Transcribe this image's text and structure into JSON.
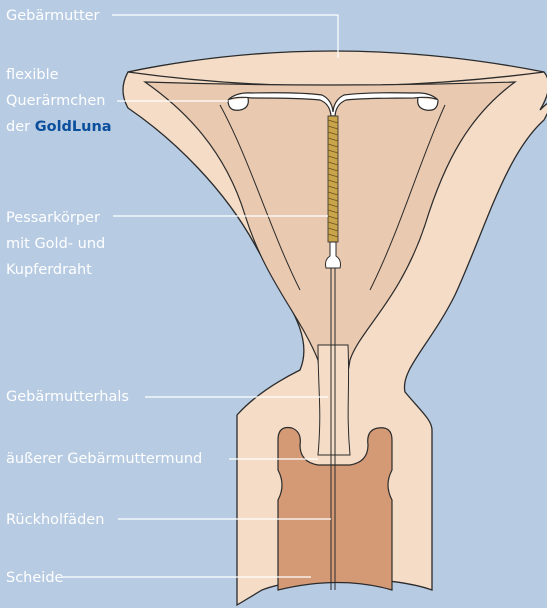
{
  "labels": {
    "uterus": "Gebärmutter",
    "arms_line1": "flexible",
    "arms_line2": "Querärmchen",
    "arms_line3_prefix": "der ",
    "arms_line3_brand": "GoldLuna",
    "body_line1": "Pessarkörper",
    "body_line2": "mit Gold- und",
    "body_line3": "Kupferdraht",
    "cervix": "Gebärmutterhals",
    "os": "äußerer Gebärmuttermund",
    "threads": "Rückholfäden",
    "vagina": "Scheide"
  },
  "colors": {
    "background": "#b7cbe3",
    "tissue": "#f4dcc7",
    "cavity": "#e9c9b0",
    "vagina": "#d49a76",
    "outline": "#2b2b2b",
    "label_text": "#ffffff",
    "brand_text": "#0b4f9c",
    "coil": "#c9a44a"
  }
}
